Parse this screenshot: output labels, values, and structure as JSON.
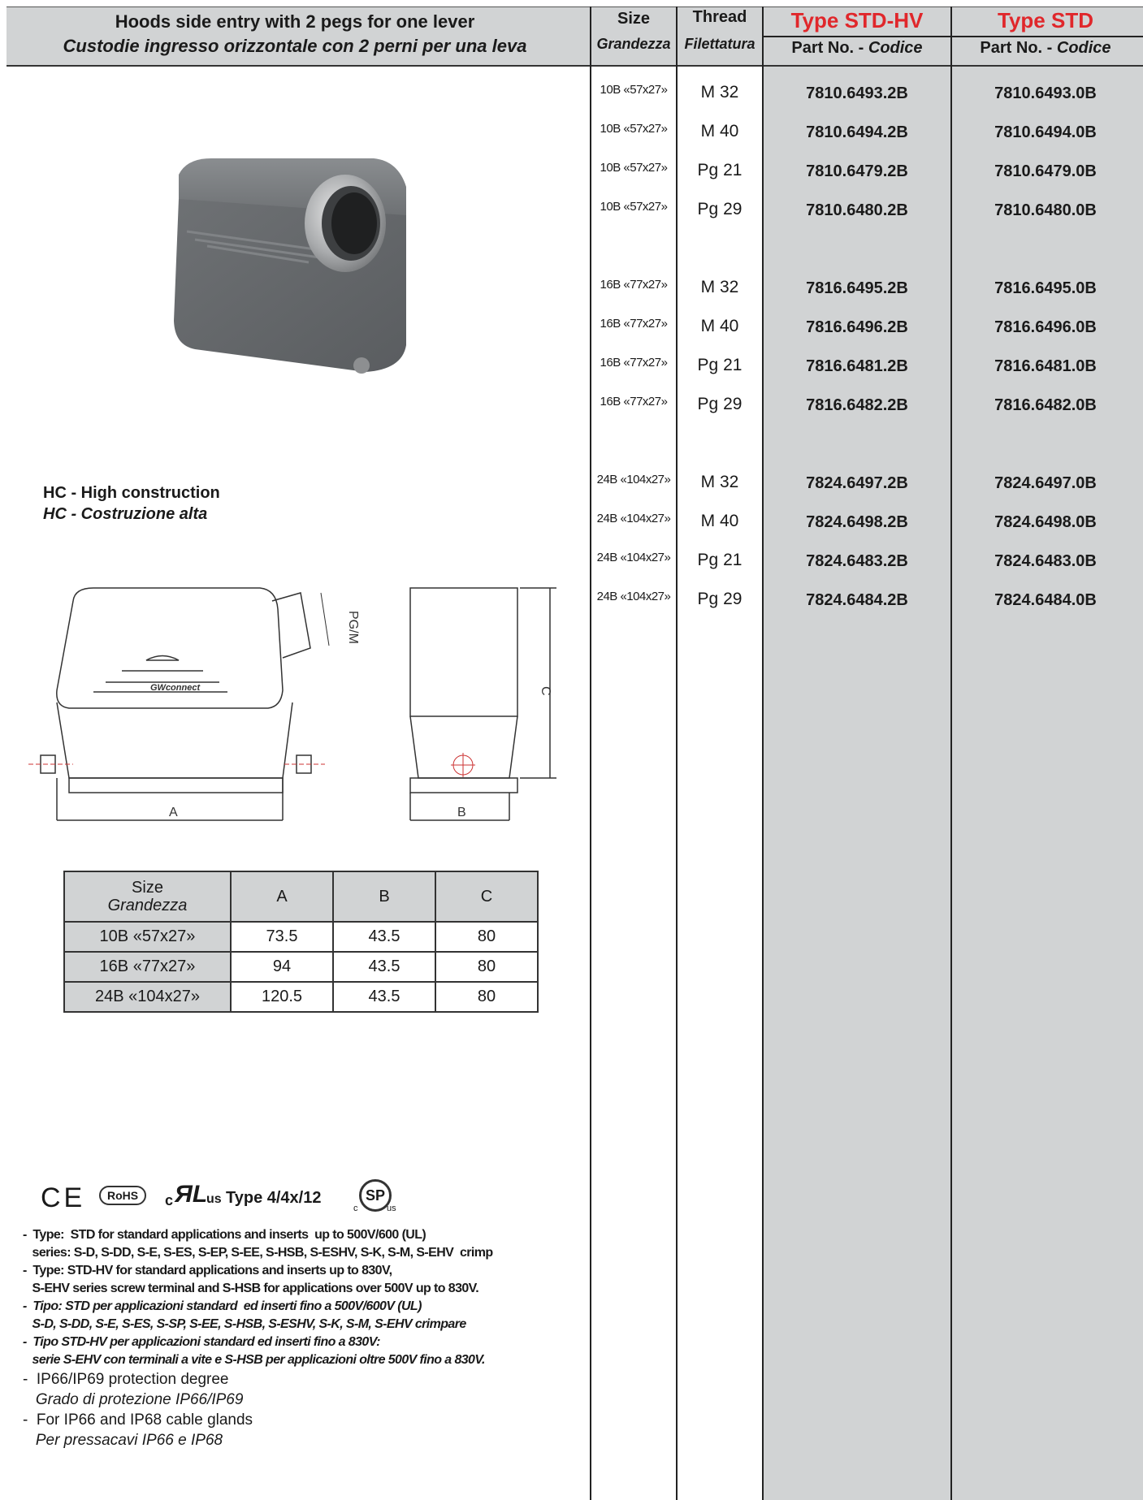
{
  "header": {
    "title_en": "Hoods side entry with 2 pegs for one lever",
    "title_it": "Custodie ingresso orizzontale con 2 perni per una leva",
    "size_label": "Size",
    "size_label_it": "Grandezza",
    "thread_label": "Thread",
    "thread_label_it": "Filettatura",
    "type_hv": "Type STD-HV",
    "type_std": "Type STD",
    "part_no": "Part No. - ",
    "codice": "Codice"
  },
  "rows": [
    {
      "size": "10B «57x27»",
      "thread": "M 32",
      "hv": "7810.6493.2B",
      "std": "7810.6493.0B"
    },
    {
      "size": "10B «57x27»",
      "thread": "M 40",
      "hv": "7810.6494.2B",
      "std": "7810.6494.0B"
    },
    {
      "size": "10B «57x27»",
      "thread": "Pg 21",
      "hv": "7810.6479.2B",
      "std": "7810.6479.0B"
    },
    {
      "size": "10B «57x27»",
      "thread": "Pg 29",
      "hv": "7810.6480.2B",
      "std": "7810.6480.0B"
    },
    {
      "size": "16B «77x27»",
      "thread": "M 32",
      "hv": "7816.6495.2B",
      "std": "7816.6495.0B"
    },
    {
      "size": "16B «77x27»",
      "thread": "M 40",
      "hv": "7816.6496.2B",
      "std": "7816.6496.0B"
    },
    {
      "size": "16B «77x27»",
      "thread": "Pg 21",
      "hv": "7816.6481.2B",
      "std": "7816.6481.0B"
    },
    {
      "size": "16B «77x27»",
      "thread": "Pg 29",
      "hv": "7816.6482.2B",
      "std": "7816.6482.0B"
    },
    {
      "size": "24B «104x27»",
      "thread": "M 32",
      "hv": "7824.6497.2B",
      "std": "7824.6497.0B"
    },
    {
      "size": "24B «104x27»",
      "thread": "M 40",
      "hv": "7824.6498.2B",
      "std": "7824.6498.0B"
    },
    {
      "size": "24B «104x27»",
      "thread": "Pg 21",
      "hv": "7824.6483.2B",
      "std": "7824.6483.0B"
    },
    {
      "size": "24B «104x27»",
      "thread": "Pg 29",
      "hv": "7824.6484.2B",
      "std": "7824.6484.0B"
    }
  ],
  "construction": {
    "en": "HC - High construction",
    "it": "HC - Costruzione alta"
  },
  "drawing": {
    "pgm": "PG/M",
    "a": "A",
    "b": "B",
    "c": "C",
    "logo": "GWconnect"
  },
  "dim_table": {
    "head": {
      "size": "Size",
      "size_it": "Grandezza",
      "a": "A",
      "b": "B",
      "c": "C"
    },
    "rows": [
      {
        "size": "10B «57x27»",
        "a": "73.5",
        "b": "43.5",
        "c": "80"
      },
      {
        "size": "16B «77x27»",
        "a": "94",
        "b": "43.5",
        "c": "80"
      },
      {
        "size": "24B «104x27»",
        "a": "120.5",
        "b": "43.5",
        "c": "80"
      }
    ]
  },
  "certs": {
    "ce": "CE",
    "rohs": "RoHS",
    "ul_c": "c",
    "ul_us": "us",
    "ul_type": "Type 4/4x/12",
    "csa": "SP",
    "csa_c": "c",
    "csa_us": "us"
  },
  "notes": [
    "-  Type:  STD for standard applications and inserts  up to 500V/600 (UL)",
    "   series: S-D, S-DD, S-E, S-ES, S-EP, S-EE, S-HSB, S-ESHV, S-K, S-M, S-EHV  crimp",
    "-  Type: STD-HV for standard applications and inserts up to 830V,",
    "   S-EHV series screw terminal and S-HSB for applications over 500V up to 830V.",
    "-  Tipo: STD per applicazioni standard  ed inserti fino a 500V/600V (UL)",
    "   S-D, S-DD, S-E, S-ES, S-SP, S-EE, S-HSB, S-ESHV, S-K, S-M, S-EHV crimpare",
    "-  Tipo STD-HV per applicazioni standard ed inserti fino a 830V:",
    "   serie S-EHV con terminali a vite e S-HSB per applicazioni oltre 500V fino a 830V.",
    "-  IP66/IP69 protection degree",
    "   Grado di protezione IP66/IP69",
    "-  For IP66 and IP68 cable glands",
    "   Per pressacavi IP66 e IP68"
  ]
}
